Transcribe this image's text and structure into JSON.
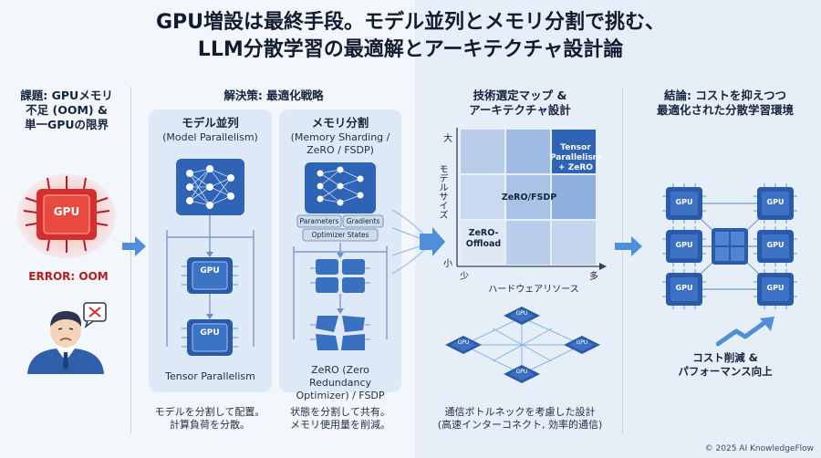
{
  "title": {
    "line1": "GPU増設は最終手段。モデル並列とメモリ分割で挑む、",
    "line2": "LLM分散学習の最適解とアーキテクチャ設計論"
  },
  "problem": {
    "heading_line1": "課題: GPUメモリ",
    "heading_line2": "不足 (OOM) &",
    "heading_line3": "単一GPUの限界",
    "chip_label": "GPU",
    "error": "ERROR: OOM"
  },
  "solution": {
    "heading": "解決策: 最適化戦略",
    "model_parallel": {
      "title": "モデル並列",
      "subtitle": "(Model Parallelism)",
      "gpu1": "GPU",
      "gpu2": "GPU",
      "footer": "Tensor Parallelism",
      "caption_line1": "モデルを分割して配置。",
      "caption_line2": "計算負荷を分散。"
    },
    "memory_split": {
      "title": "メモリ分割",
      "subtitle_line1": "(Memory Sharding /",
      "subtitle_line2": "ZeRO / FSDP)",
      "tag_params": "Parameters",
      "tag_gradients": "Gradients",
      "tag_optimizer": "Optimizer States",
      "footer_line1": "ZeRO (Zero Redundancy",
      "footer_line2": "Optimizer) / FSDP",
      "caption_line1": "状態を分割して共有。",
      "caption_line2": "メモリ使用量を削減。"
    }
  },
  "tech_map": {
    "heading_line1": "技術選定マップ &",
    "heading_line2": "アーキテクチャ設計",
    "y_axis_label": "モデルサイズ",
    "y_high": "大",
    "y_low": "小",
    "x_low": "少",
    "x_high": "多",
    "x_axis_label": "ハードウェアリソース",
    "cell_tensor": "Tensor\nParallelism\n+ ZeRO",
    "cell_tensor_l1": "Tensor",
    "cell_tensor_l2": "Parallelism",
    "cell_tensor_l3": "+ ZeRO",
    "cell_fsdp": "ZeRO/FSDP",
    "cell_offload_l1": "ZeRO-",
    "cell_offload_l2": "Offload",
    "network_gpu": "GPU",
    "caption_line1": "通信ボトルネックを考慮した設計",
    "caption_line2": "(高速インターコネクト, 効率的通信)"
  },
  "conclusion": {
    "heading_line1": "結論: コストを抑えつつ",
    "heading_line2": "最適化された分散学習環境",
    "gpu": "GPU",
    "caption_line1": "コスト削減 &",
    "caption_line2": "パフォーマンス向上"
  },
  "footer": {
    "copyright": "© 2025 AI KnowledgeFlow"
  },
  "colors": {
    "accent": "#2f6fc7",
    "error": "#c62828",
    "panel": "#dde9f6"
  }
}
